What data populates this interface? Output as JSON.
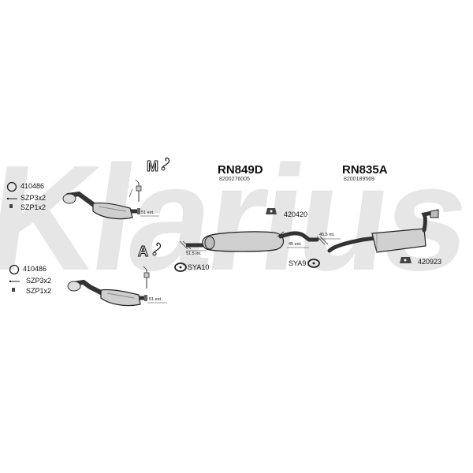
{
  "watermark": "Klarius",
  "systems": [
    {
      "code": "RN849D",
      "part_no": "8200276005"
    },
    {
      "code": "RN835A",
      "part_no": "8200189569"
    }
  ],
  "fitting_kits": [
    {
      "ring": "410486",
      "clamp": "SZP3x2",
      "bolt": "SZP1x2"
    },
    {
      "ring": "410486",
      "clamp": "SZP3x2",
      "bolt": "SZP1x2"
    }
  ],
  "accessories": {
    "bracket_1": "420420",
    "bracket_2": "420923",
    "rubber_1": "SYA10",
    "rubber_2": "SYA9"
  },
  "dimensions": {
    "front_1": "51 ext.",
    "front_2": "51 ext.",
    "mid_int": "51.5 int.",
    "mid_ext": "45 ext.",
    "rear_int": "45.5 int."
  },
  "icons": {
    "manual": "M",
    "automatic": "A"
  }
}
